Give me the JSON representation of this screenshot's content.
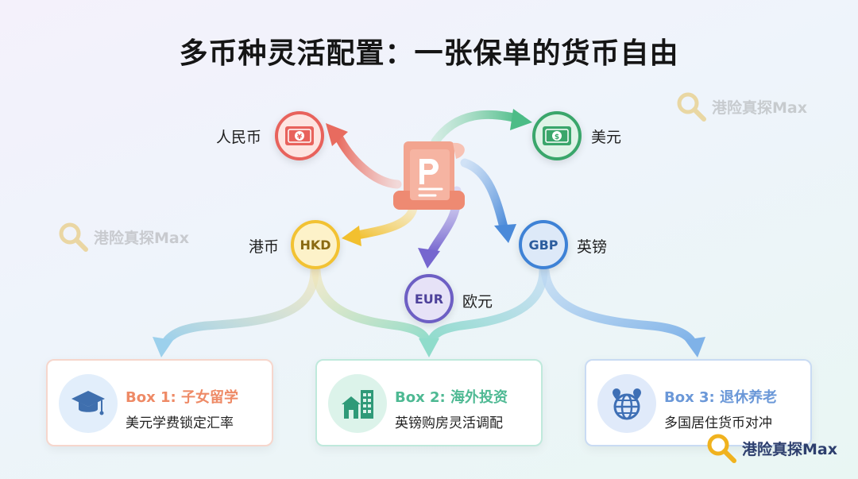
{
  "title": "多币种灵活配置：一张保单的货币自由",
  "watermark": "港险真探Max",
  "currencies": {
    "cny": {
      "label": "人民币",
      "symbol": "¥",
      "color": "#e8625c"
    },
    "usd": {
      "label": "美元",
      "symbol": "$",
      "color": "#3aa66b"
    },
    "hkd": {
      "label": "港币",
      "code": "HKD",
      "color": "#f2c233"
    },
    "gbp": {
      "label": "英镑",
      "code": "GBP",
      "color": "#3e82d6"
    },
    "eur": {
      "label": "欧元",
      "code": "EUR",
      "color": "#6d5fc4"
    }
  },
  "boxes": [
    {
      "title": "Box 1: 子女留学",
      "subtitle": "美元学费锁定汇率",
      "accent": "#ee8a66"
    },
    {
      "title": "Box 2: 海外投资",
      "subtitle": "英镑购房灵活调配",
      "accent": "#4eb993"
    },
    {
      "title": "Box 3: 退休养老",
      "subtitle": "多国居住货币对冲",
      "accent": "#6b98d8"
    }
  ]
}
